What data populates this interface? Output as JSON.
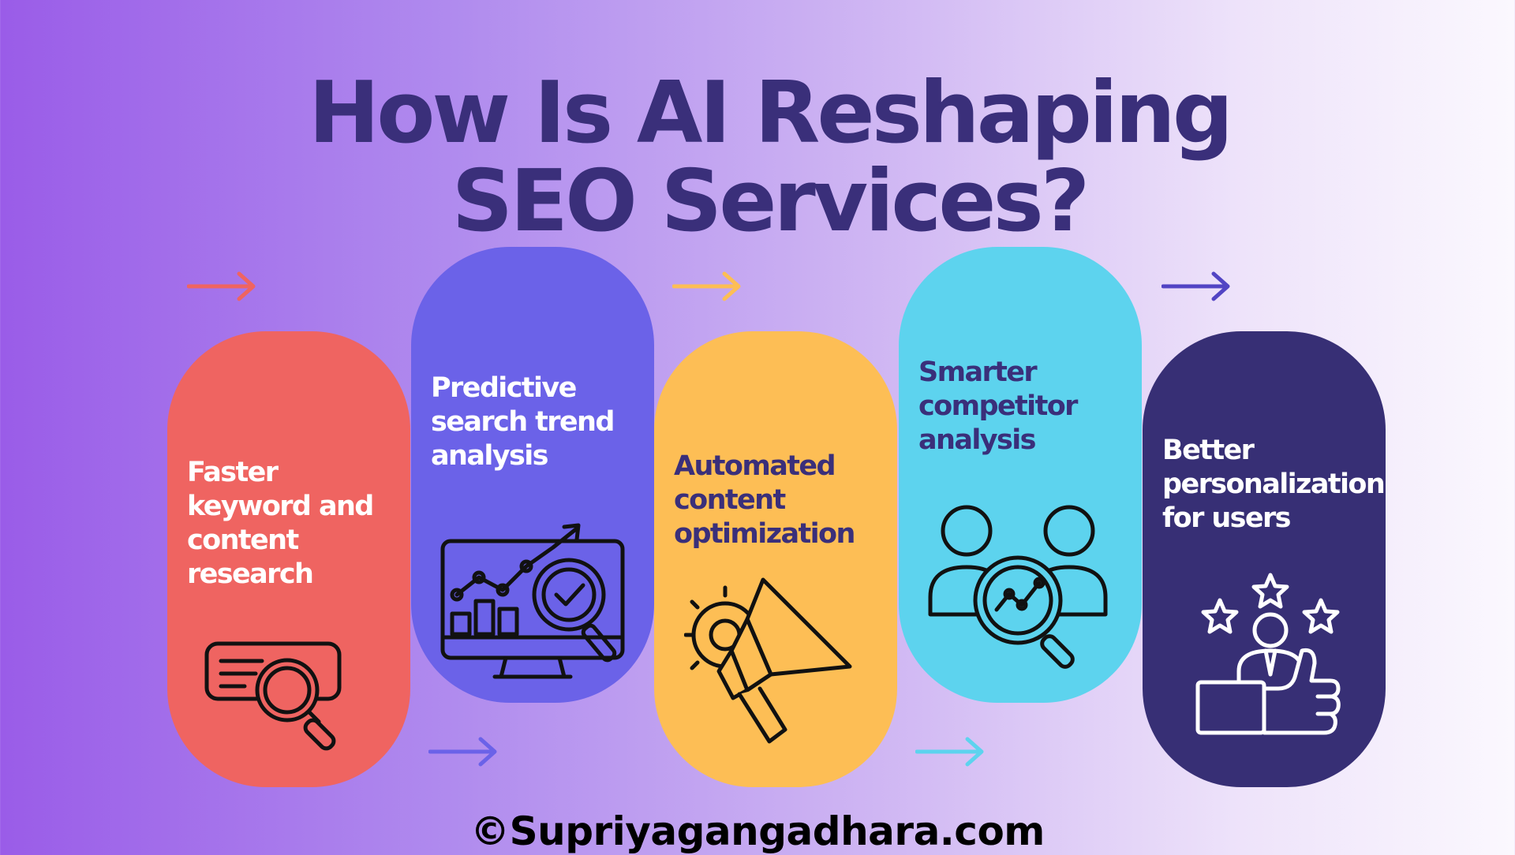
{
  "title": {
    "line1": "How Is AI Reshaping",
    "line2": "SEO Services?"
  },
  "cards": [
    {
      "text": "Faster keyword and content research",
      "color": "#ef6461",
      "text_color": "#ffffff",
      "icon": "search-document-icon"
    },
    {
      "text": "Predictive search trend analysis",
      "color": "#6b62e8",
      "text_color": "#ffffff",
      "icon": "trend-analysis-monitor-icon"
    },
    {
      "text": "Automated content optimization",
      "color": "#fdbe55",
      "text_color": "#3a2f7a",
      "icon": "megaphone-gear-icon"
    },
    {
      "text": "Smarter competitor analysis",
      "color": "#5dd3ee",
      "text_color": "#3a2f7a",
      "icon": "competitor-analysis-icon"
    },
    {
      "text": "Better personalization for users",
      "color": "#372f75",
      "text_color": "#ffffff",
      "icon": "user-rating-icon"
    }
  ],
  "arrows": [
    {
      "color": "#ef6461"
    },
    {
      "color": "#6b62e8"
    },
    {
      "color": "#fdbe55"
    },
    {
      "color": "#5dd3ee"
    },
    {
      "color": "#5244c4"
    }
  ],
  "footer": "©Supriyagangadhara.com"
}
